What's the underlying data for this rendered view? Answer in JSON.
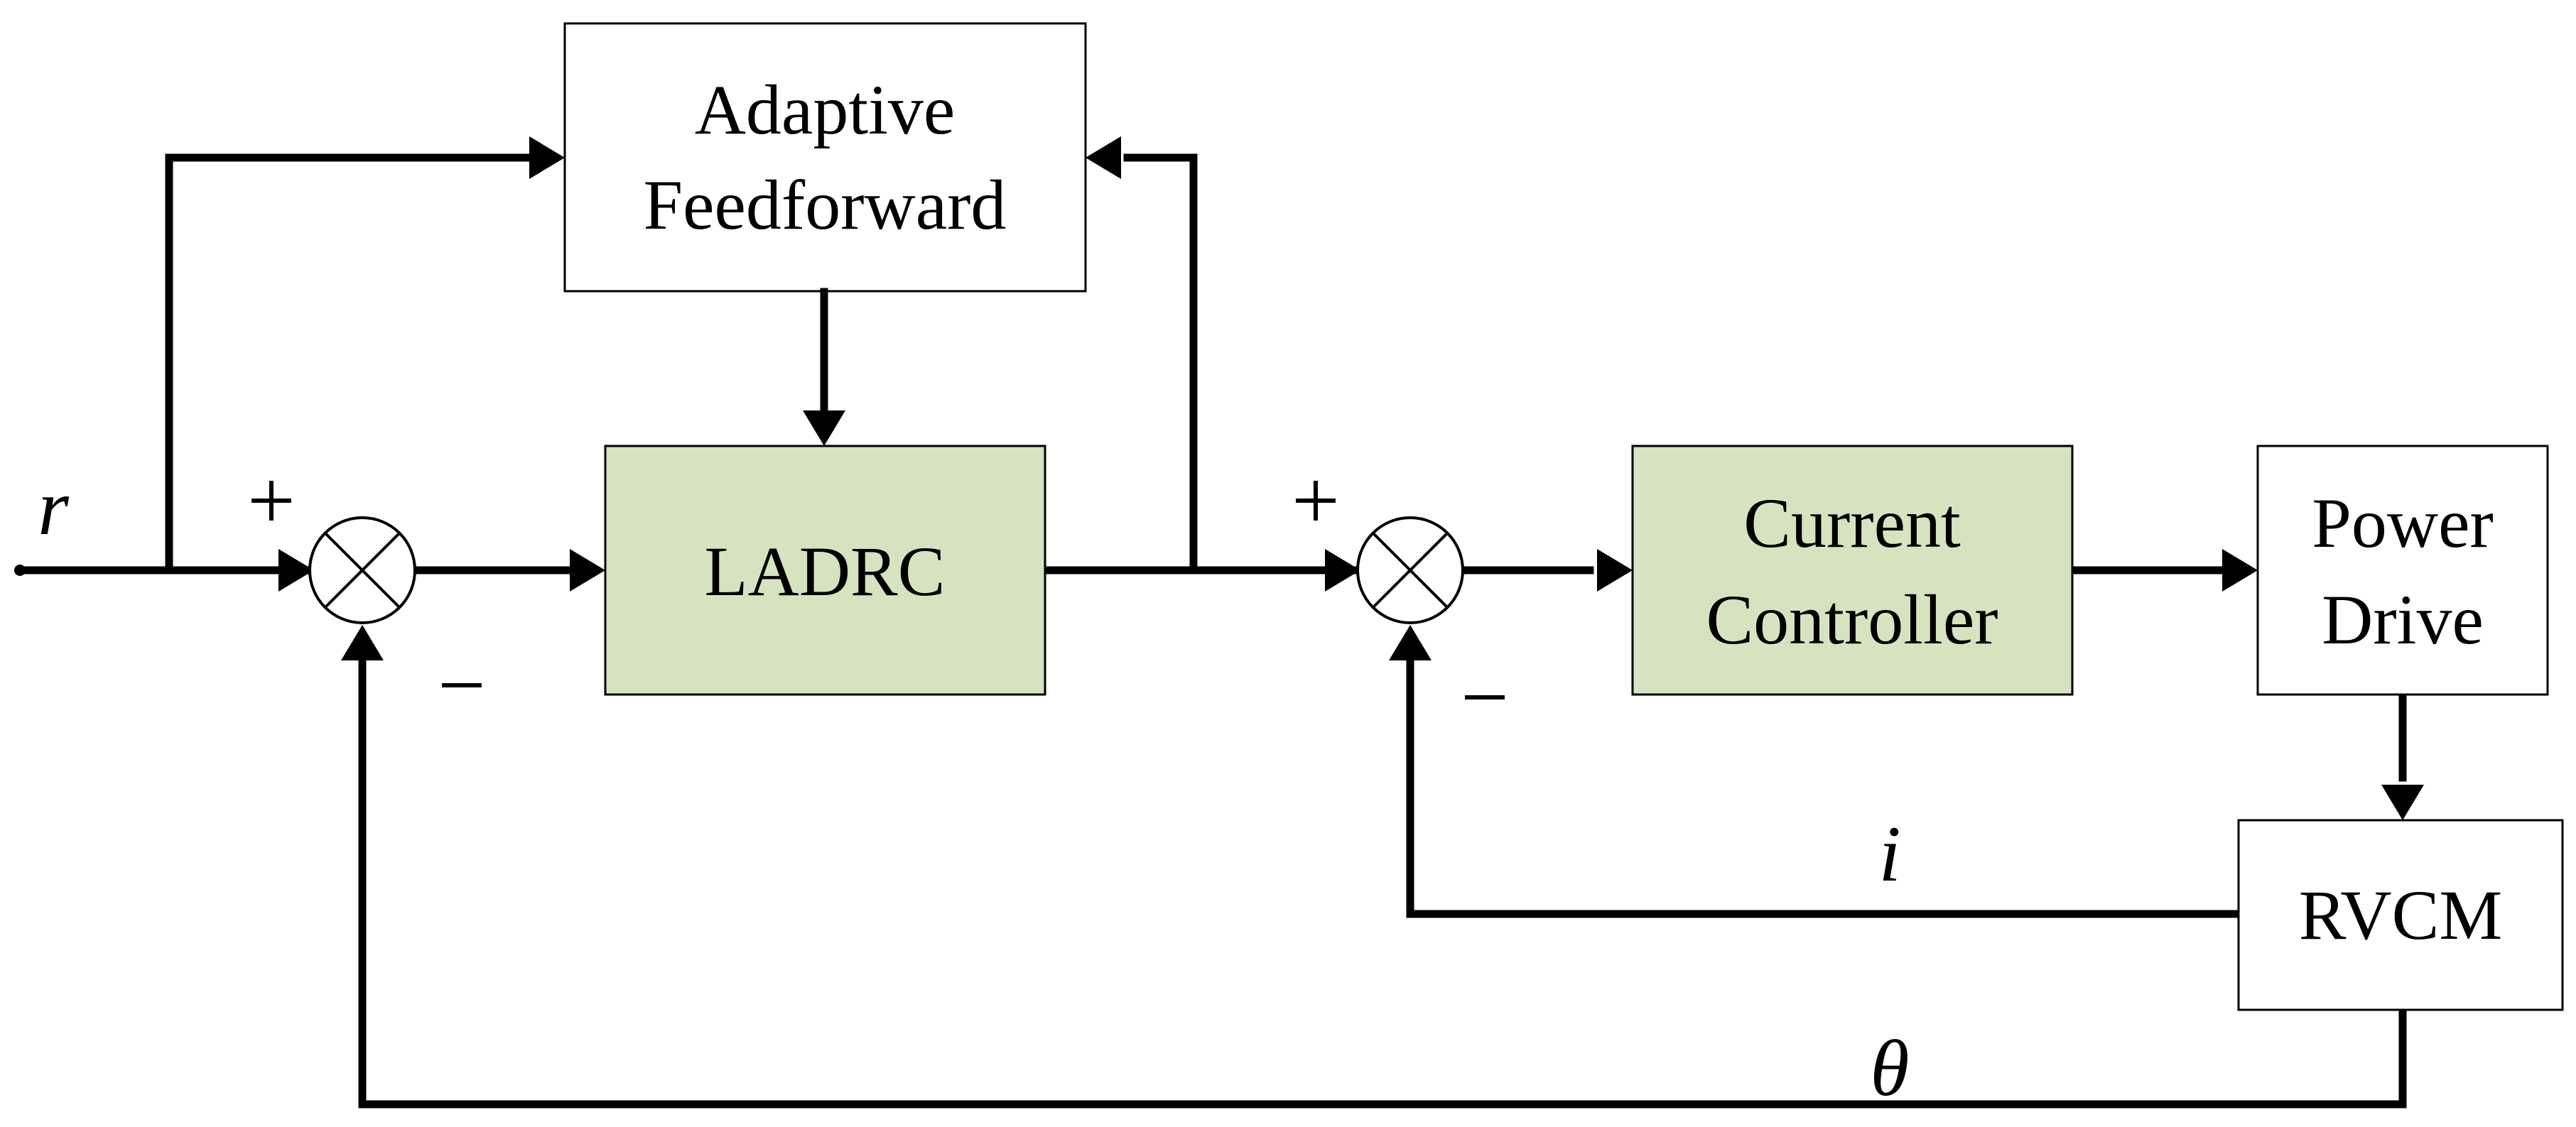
{
  "blocks": {
    "adaptive_feedforward": {
      "line1": "Adaptive",
      "line2": "Feedforward",
      "fill": "#d5e3c1"
    },
    "ladrc": {
      "label": "LADRC",
      "fill": "#d5e3c1"
    },
    "current_controller": {
      "line1": "Current",
      "line2": "Controller",
      "fill": "#d5e3c1"
    },
    "power_drive": {
      "line1": "Power",
      "line2": "Drive",
      "fill": "#ffffff"
    },
    "rvcm": {
      "label": "RVCM",
      "fill": "#ffffff"
    }
  },
  "signals": {
    "reference": "r",
    "current": "i",
    "angle": "θ"
  },
  "signs": {
    "sum1_plus": "+",
    "sum1_minus": "−",
    "sum2_plus": "+",
    "sum2_minus": "−"
  }
}
